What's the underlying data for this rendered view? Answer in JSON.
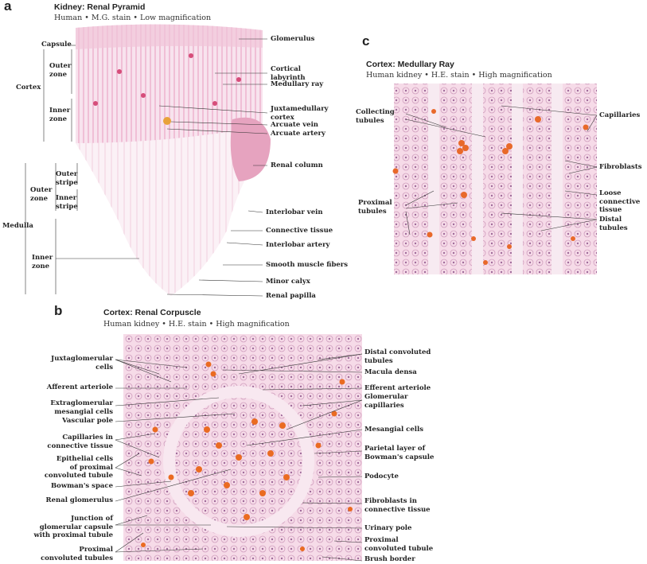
{
  "panel_a": {
    "letter": "a",
    "title": "Kidney: Renal Pyramid",
    "subtitle": "Human • M.G. stain • Low magnification",
    "left_labels": [
      "Capsule",
      "Outer\nzone",
      "Cortex",
      "Inner\nzone",
      "Outer\nstripe",
      "Outer\nzone",
      "Inner\nstripe",
      "Medulla",
      "Inner\nzone"
    ],
    "right_labels": [
      "Glomerulus",
      "Cortical\nlabyrinth",
      "Medullary ray",
      "Juxtamedullary\ncortex",
      "Arcuate vein",
      "Arcuate artery",
      "Renal column",
      "Interlobar vein",
      "Connective tissue",
      "Interlobar artery",
      "Smooth muscle fibers",
      "Minor calyx",
      "Renal papilla"
    ]
  },
  "panel_b": {
    "letter": "b",
    "title": "Cortex: Renal Corpuscle",
    "subtitle": "Human kidney • H.E. stain • High magnification",
    "left_labels": [
      "Juxtaglomerular\ncells",
      "Afferent arteriole",
      "Extraglomerular\nmesangial cells",
      "Vascular pole",
      "Capillaries in\nconnective tissue",
      "Epithelial cells\nof proximal\nconvoluted tubule",
      "Bowman's space",
      "Renal glomerulus",
      "Junction of\nglomerular capsule\nwith proximal tubule",
      "Proximal\nconvoluted tubules"
    ],
    "right_labels": [
      "Distal convoluted\ntubules",
      "Macula densa",
      "Efferent arteriole",
      "Glomerular\ncapillaries",
      "Mesangial cells",
      "Parietal layer of\nBowman's capsule",
      "Podocyte",
      "Fibroblasts in\nconnective tissue",
      "Urinary pole",
      "Proximal\nconvoluted tubule",
      "Brush border"
    ]
  },
  "panel_c": {
    "letter": "c",
    "title": "Cortex: Medullary Ray",
    "subtitle": "Human kidney • H.E. stain • High magnification",
    "left_labels": [
      "Collecting\ntubules",
      "Proximal\ntubules"
    ],
    "right_labels": [
      "Capillaries",
      "Fibroblasts",
      "Loose connective\ntissue",
      "Distal tubules"
    ]
  },
  "colors": {
    "tissue_pink": "#f3c9dc",
    "cell_outline": "#c98fb3",
    "blood": "#e8692a",
    "leader": "#333333"
  }
}
